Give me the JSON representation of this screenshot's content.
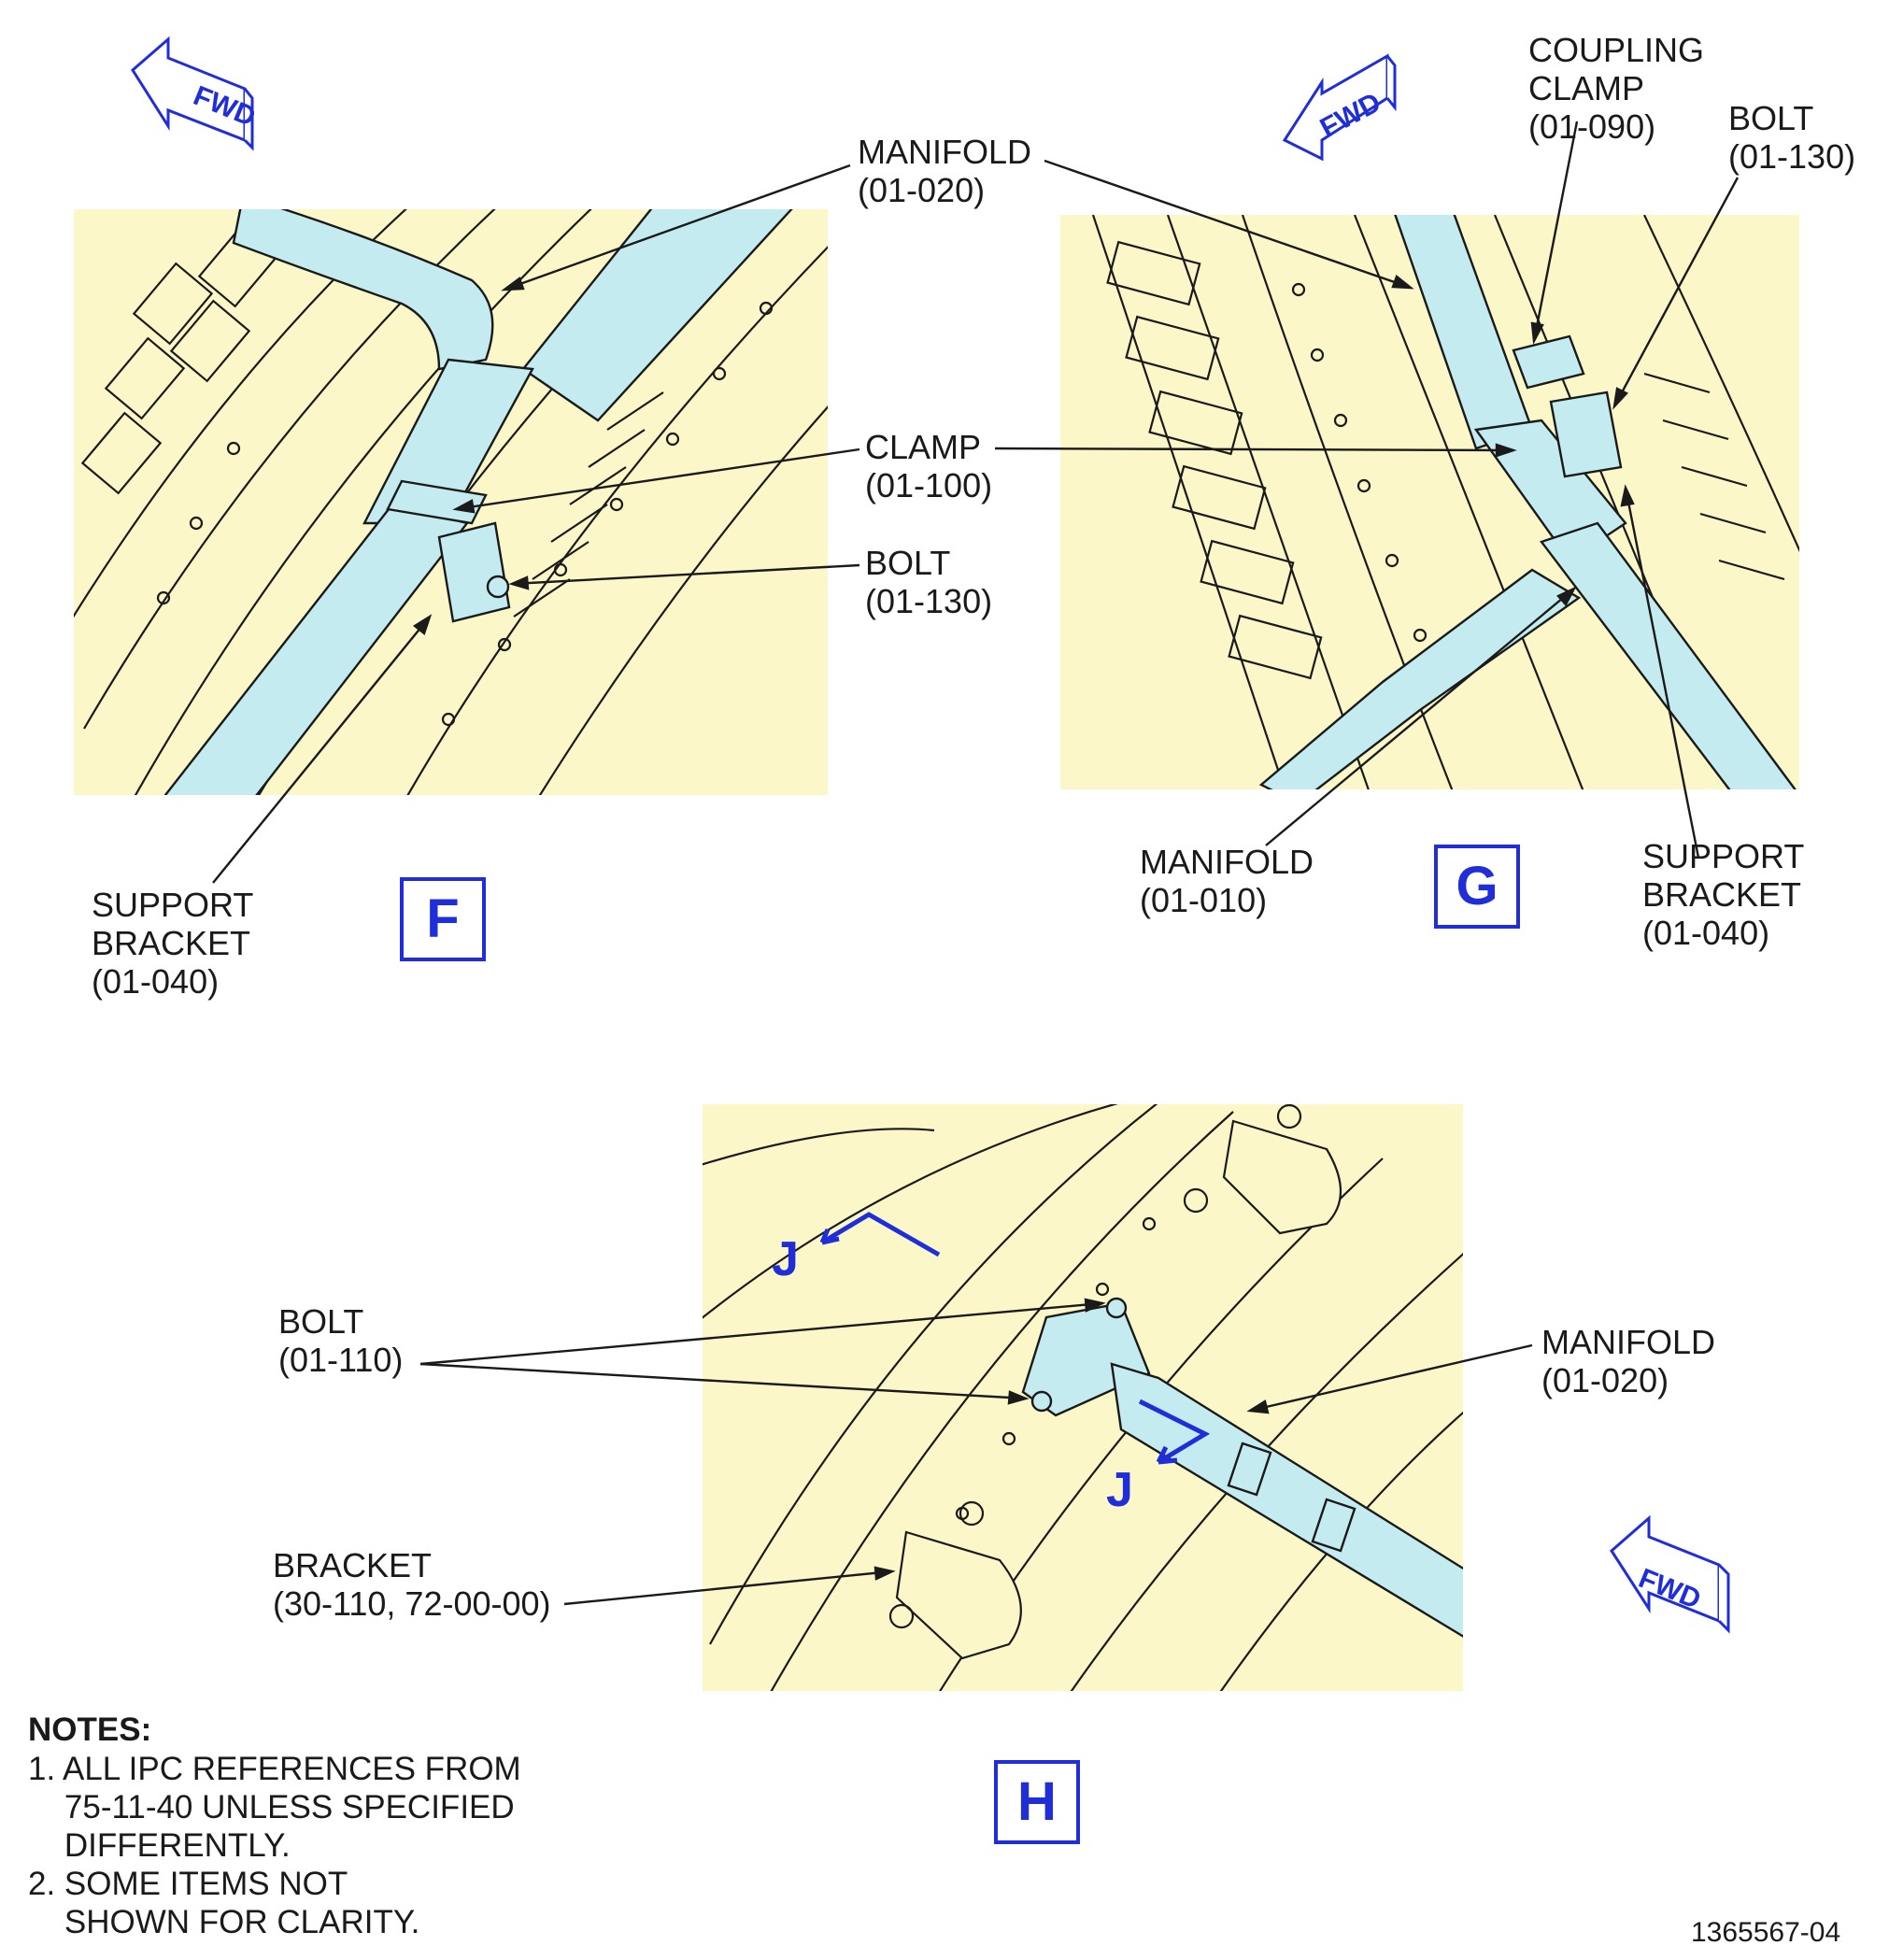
{
  "views": {
    "F": {
      "id": "F",
      "labels": {
        "manifold": "MANIFOLD\n(01-020)",
        "clamp": "CLAMP\n(01-100)",
        "bolt": "BOLT\n(01-130)",
        "support_bracket": "SUPPORT\nBRACKET\n(01-040)"
      }
    },
    "G": {
      "id": "G",
      "labels": {
        "coupling_clamp": "COUPLING\nCLAMP\n(01-090)",
        "bolt": "BOLT\n(01-130)",
        "manifold_low": "MANIFOLD\n(01-010)",
        "support_bracket": "SUPPORT\nBRACKET\n(01-040)"
      }
    },
    "H": {
      "id": "H",
      "labels": {
        "bolt": "BOLT\n(01-110)",
        "manifold": "MANIFOLD\n(01-020)",
        "bracket": "BRACKET\n(30-110, 72-00-00)"
      },
      "section_marker": "J"
    }
  },
  "fwd_label": "FWD",
  "notes": {
    "heading": "NOTES:",
    "items": [
      "1. ALL IPC REFERENCES FROM\n    75-11-40 UNLESS SPECIFIED\n    DIFFERENTLY.",
      "2. SOME ITEMS NOT\n    SHOWN FOR CLARITY."
    ]
  },
  "document_number": "1365567-04",
  "colors": {
    "panel_fill": "#fbf7c9",
    "pipe_fill": "#c4ecf0",
    "line": "#1a1a1a",
    "accent_blue": "#1f2ed8"
  }
}
